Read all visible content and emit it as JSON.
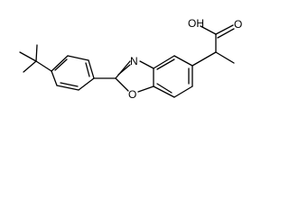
{
  "molecule": {
    "atoms": {
      "hydroxyl": "OH",
      "carbonyl_oxygen": "O",
      "oxazole_nitrogen": "N",
      "oxazole_oxygen": "O"
    }
  },
  "colors": {
    "background": "#ffffff",
    "bond": "#000000",
    "label": "#000000"
  }
}
